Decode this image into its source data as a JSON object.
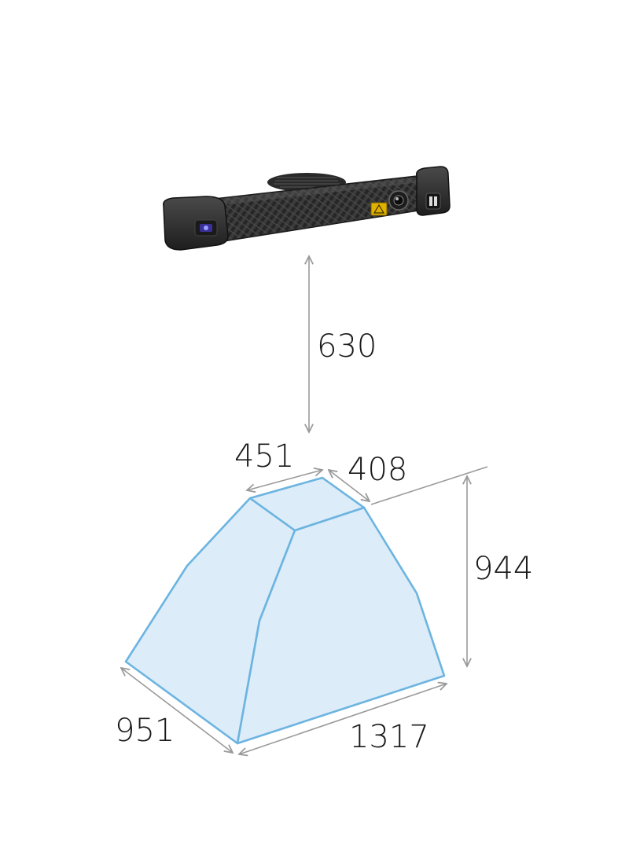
{
  "scanner": {
    "icon": "camera-scanner-icon",
    "body_color": "#3a3a3a",
    "badge_color": "#e0b200",
    "lens_color": "#3b2f9a"
  },
  "volume": {
    "fill_color": "#dcecf8",
    "edge_color": "#6cb4e0"
  },
  "dimensions": {
    "standoff": "630",
    "top_width": "451",
    "top_depth": "408",
    "height": "944",
    "bottom_depth": "951",
    "bottom_width": "1317"
  }
}
